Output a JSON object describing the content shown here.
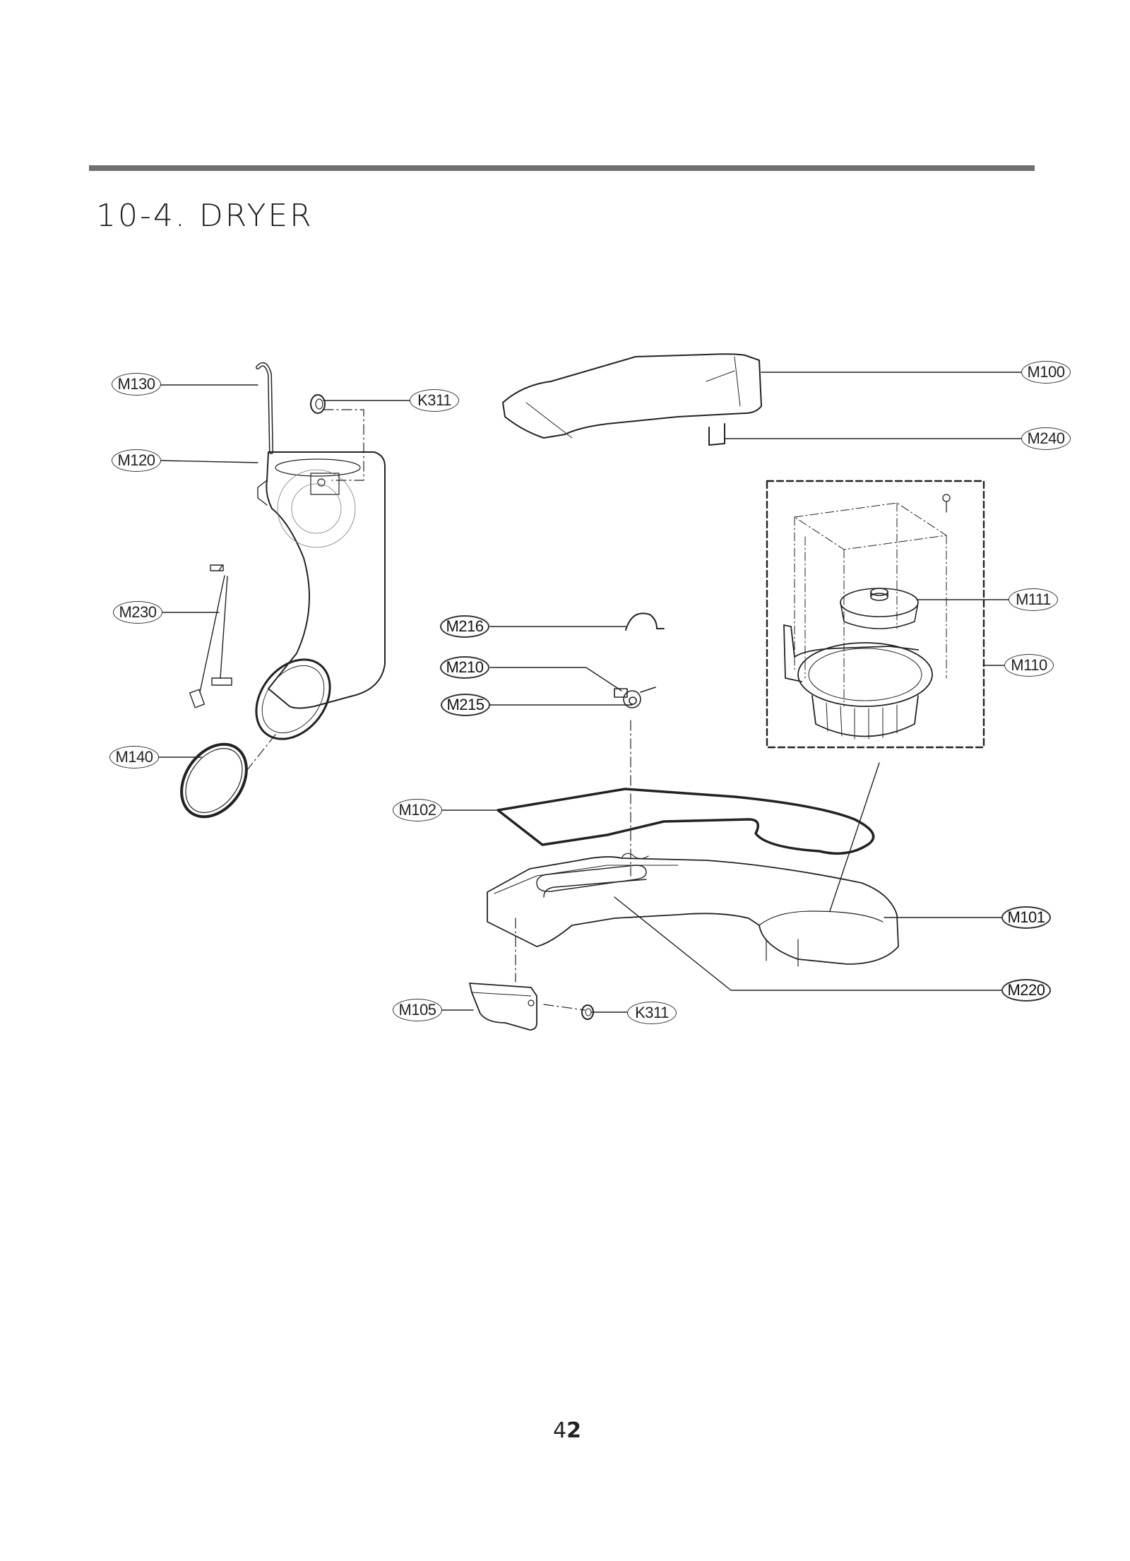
{
  "header": {
    "title": "10-4. DRYER"
  },
  "diagram": {
    "callouts": [
      {
        "id": "M130",
        "label": "M130",
        "style": "normal"
      },
      {
        "id": "K311_top",
        "label": "K311",
        "style": "normal"
      },
      {
        "id": "M120",
        "label": "M120",
        "style": "normal"
      },
      {
        "id": "M230",
        "label": "M230",
        "style": "normal"
      },
      {
        "id": "M140",
        "label": "M140",
        "style": "normal"
      },
      {
        "id": "M100",
        "label": "M100",
        "style": "normal"
      },
      {
        "id": "M240",
        "label": "M240",
        "style": "normal"
      },
      {
        "id": "M111",
        "label": "M111",
        "style": "normal"
      },
      {
        "id": "M110",
        "label": "M110",
        "style": "normal"
      },
      {
        "id": "M216",
        "label": "M216",
        "style": "bold"
      },
      {
        "id": "M210",
        "label": "M210",
        "style": "bold"
      },
      {
        "id": "M215",
        "label": "M215",
        "style": "bold"
      },
      {
        "id": "M102",
        "label": "M102",
        "style": "normal"
      },
      {
        "id": "M101",
        "label": "M101",
        "style": "bold"
      },
      {
        "id": "M220",
        "label": "M220",
        "style": "bold"
      },
      {
        "id": "M105",
        "label": "M105",
        "style": "normal"
      },
      {
        "id": "K311_bottom",
        "label": "K311",
        "style": "normal"
      }
    ]
  },
  "footer": {
    "page_number_prefix": "4",
    "page_number_suffix": "2"
  }
}
